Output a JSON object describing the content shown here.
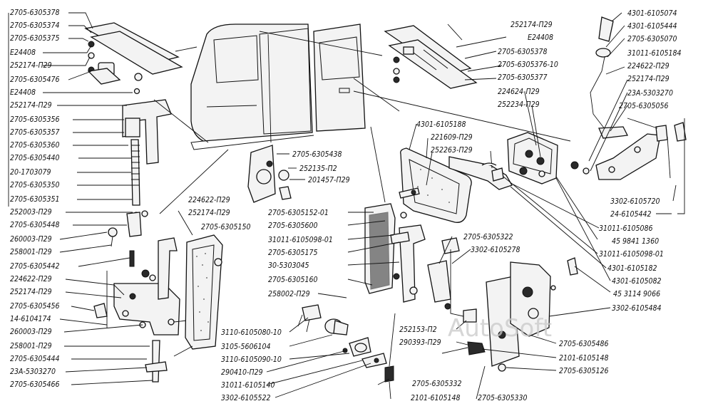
{
  "watermark": "AutoSoft",
  "labels_left": [
    "2705-6305378",
    "2705-6305374",
    "2705-6305375",
    "E24408",
    "252174-П29",
    "2705-6305476",
    "E24408",
    "252174-П29",
    "2705-6305356",
    "2705-6305357",
    "2705-6305360",
    "2705-6305440",
    "20-1703079",
    "2705-6305350",
    "2705-6305351",
    "252003-П29",
    "2705-6305448",
    "260003-П29",
    "258001-П29",
    "2705-6305442",
    "224622-П29",
    "252174-П29",
    "2705-6305456",
    "14-6104174",
    "260003-П29",
    "258001-П29",
    "2705-6305444",
    "23А-5303270",
    "2705-6305466"
  ],
  "labels_center": [
    "224622-П29",
    "252174-П29",
    "2705-6305150",
    "2705-6305438",
    "252135-П2",
    "201457-П29",
    "2705-6305152-01",
    "2705-6305600",
    "31011-6105098-01",
    "2705-6305175",
    "30-5303045",
    "2705-6305160",
    "258002-П29",
    "3110-6105080-10",
    "3105-5606104",
    "3110-6105090-10",
    "290410-П29",
    "31011-6105140",
    "3302-6105522",
    "2705-6305322",
    "3302-6105278",
    "252153-П2",
    "290393-П29",
    "2705-6305332",
    "2101-6105148",
    "2705-6305330",
    "4301-6105188",
    "221609-П29",
    "252263-П29"
  ],
  "labels_right": [
    "252174-П29",
    "E24408",
    "2705-6305378",
    "2705-6305376-10",
    "2705-6305377",
    "224624-П29",
    "252234-П29",
    "4301-6105074",
    "4301-6105444",
    "2705-6305070",
    "31011-6105184",
    "224622-П29",
    "252174-П29",
    "23А-5303270",
    "2705-6305056",
    "3302-6105720",
    "24-6105442",
    "31011-6105086",
    "45 9841 1360",
    "31011-6105098-01",
    "4301-6105182",
    "4301-6105082",
    "45 3114 9066",
    "3302-6105484",
    "2705-6305486",
    "2101-6105148",
    "2705-6305126"
  ]
}
